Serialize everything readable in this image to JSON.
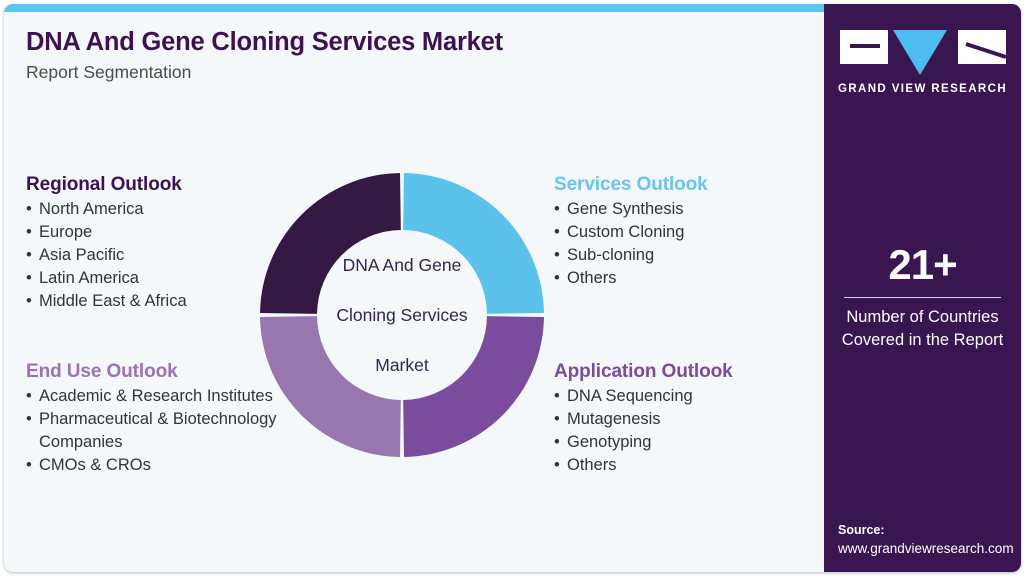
{
  "header": {
    "title": "DNA And Gene Cloning Services Market",
    "subtitle": "Report Segmentation"
  },
  "donut": {
    "center_line1": "DNA And Gene",
    "center_line2": "Cloning Services",
    "center_line3": "Market"
  },
  "segments": {
    "regional": {
      "heading": "Regional Outlook",
      "color": "#3c1254",
      "items": [
        "North America",
        "Europe",
        "Asia Pacific",
        "Latin America",
        "Middle East & Africa"
      ]
    },
    "end_use": {
      "heading": "End Use Outlook",
      "color": "#9b72b5",
      "items": [
        "Academic & Research Institutes",
        "Pharmaceutical & Biotechnology Companies",
        "CMOs & CROs"
      ]
    },
    "services": {
      "heading": "Services Outlook",
      "color": "#65c7ef",
      "items": [
        "Gene Synthesis",
        "Custom Cloning",
        "Sub-cloning",
        "Others"
      ]
    },
    "application": {
      "heading": "Application Outlook",
      "color": "#7b4c9e",
      "items": [
        "DNA Sequencing",
        "Mutagenesis",
        "Genotyping",
        "Others"
      ]
    }
  },
  "sidebar": {
    "logo_text": "GRAND VIEW RESEARCH",
    "stat_value": "21+",
    "stat_label_line1": "Number of Countries",
    "stat_label_line2": "Covered in the Report",
    "source_title": "Source:",
    "source_url": "www.grandviewresearch.com",
    "background": "#3a1650"
  },
  "chart_data": {
    "type": "pie",
    "title": "DNA And Gene Cloning Services Market",
    "subtitle": "Report Segmentation",
    "categories": [
      "Services Outlook",
      "Application Outlook",
      "End Use Outlook",
      "Regional Outlook"
    ],
    "values": [
      25,
      25,
      25,
      25
    ],
    "colors": [
      "#5bc3eb",
      "#7b4c9e",
      "#9677ae",
      "#331944"
    ],
    "hole": 0.6,
    "legend": "none",
    "annotations": [
      "DNA And Gene Cloning Services Market"
    ]
  },
  "theme": {
    "accent_bar": "#57c7f0",
    "card_background": "#f4f8fa"
  }
}
